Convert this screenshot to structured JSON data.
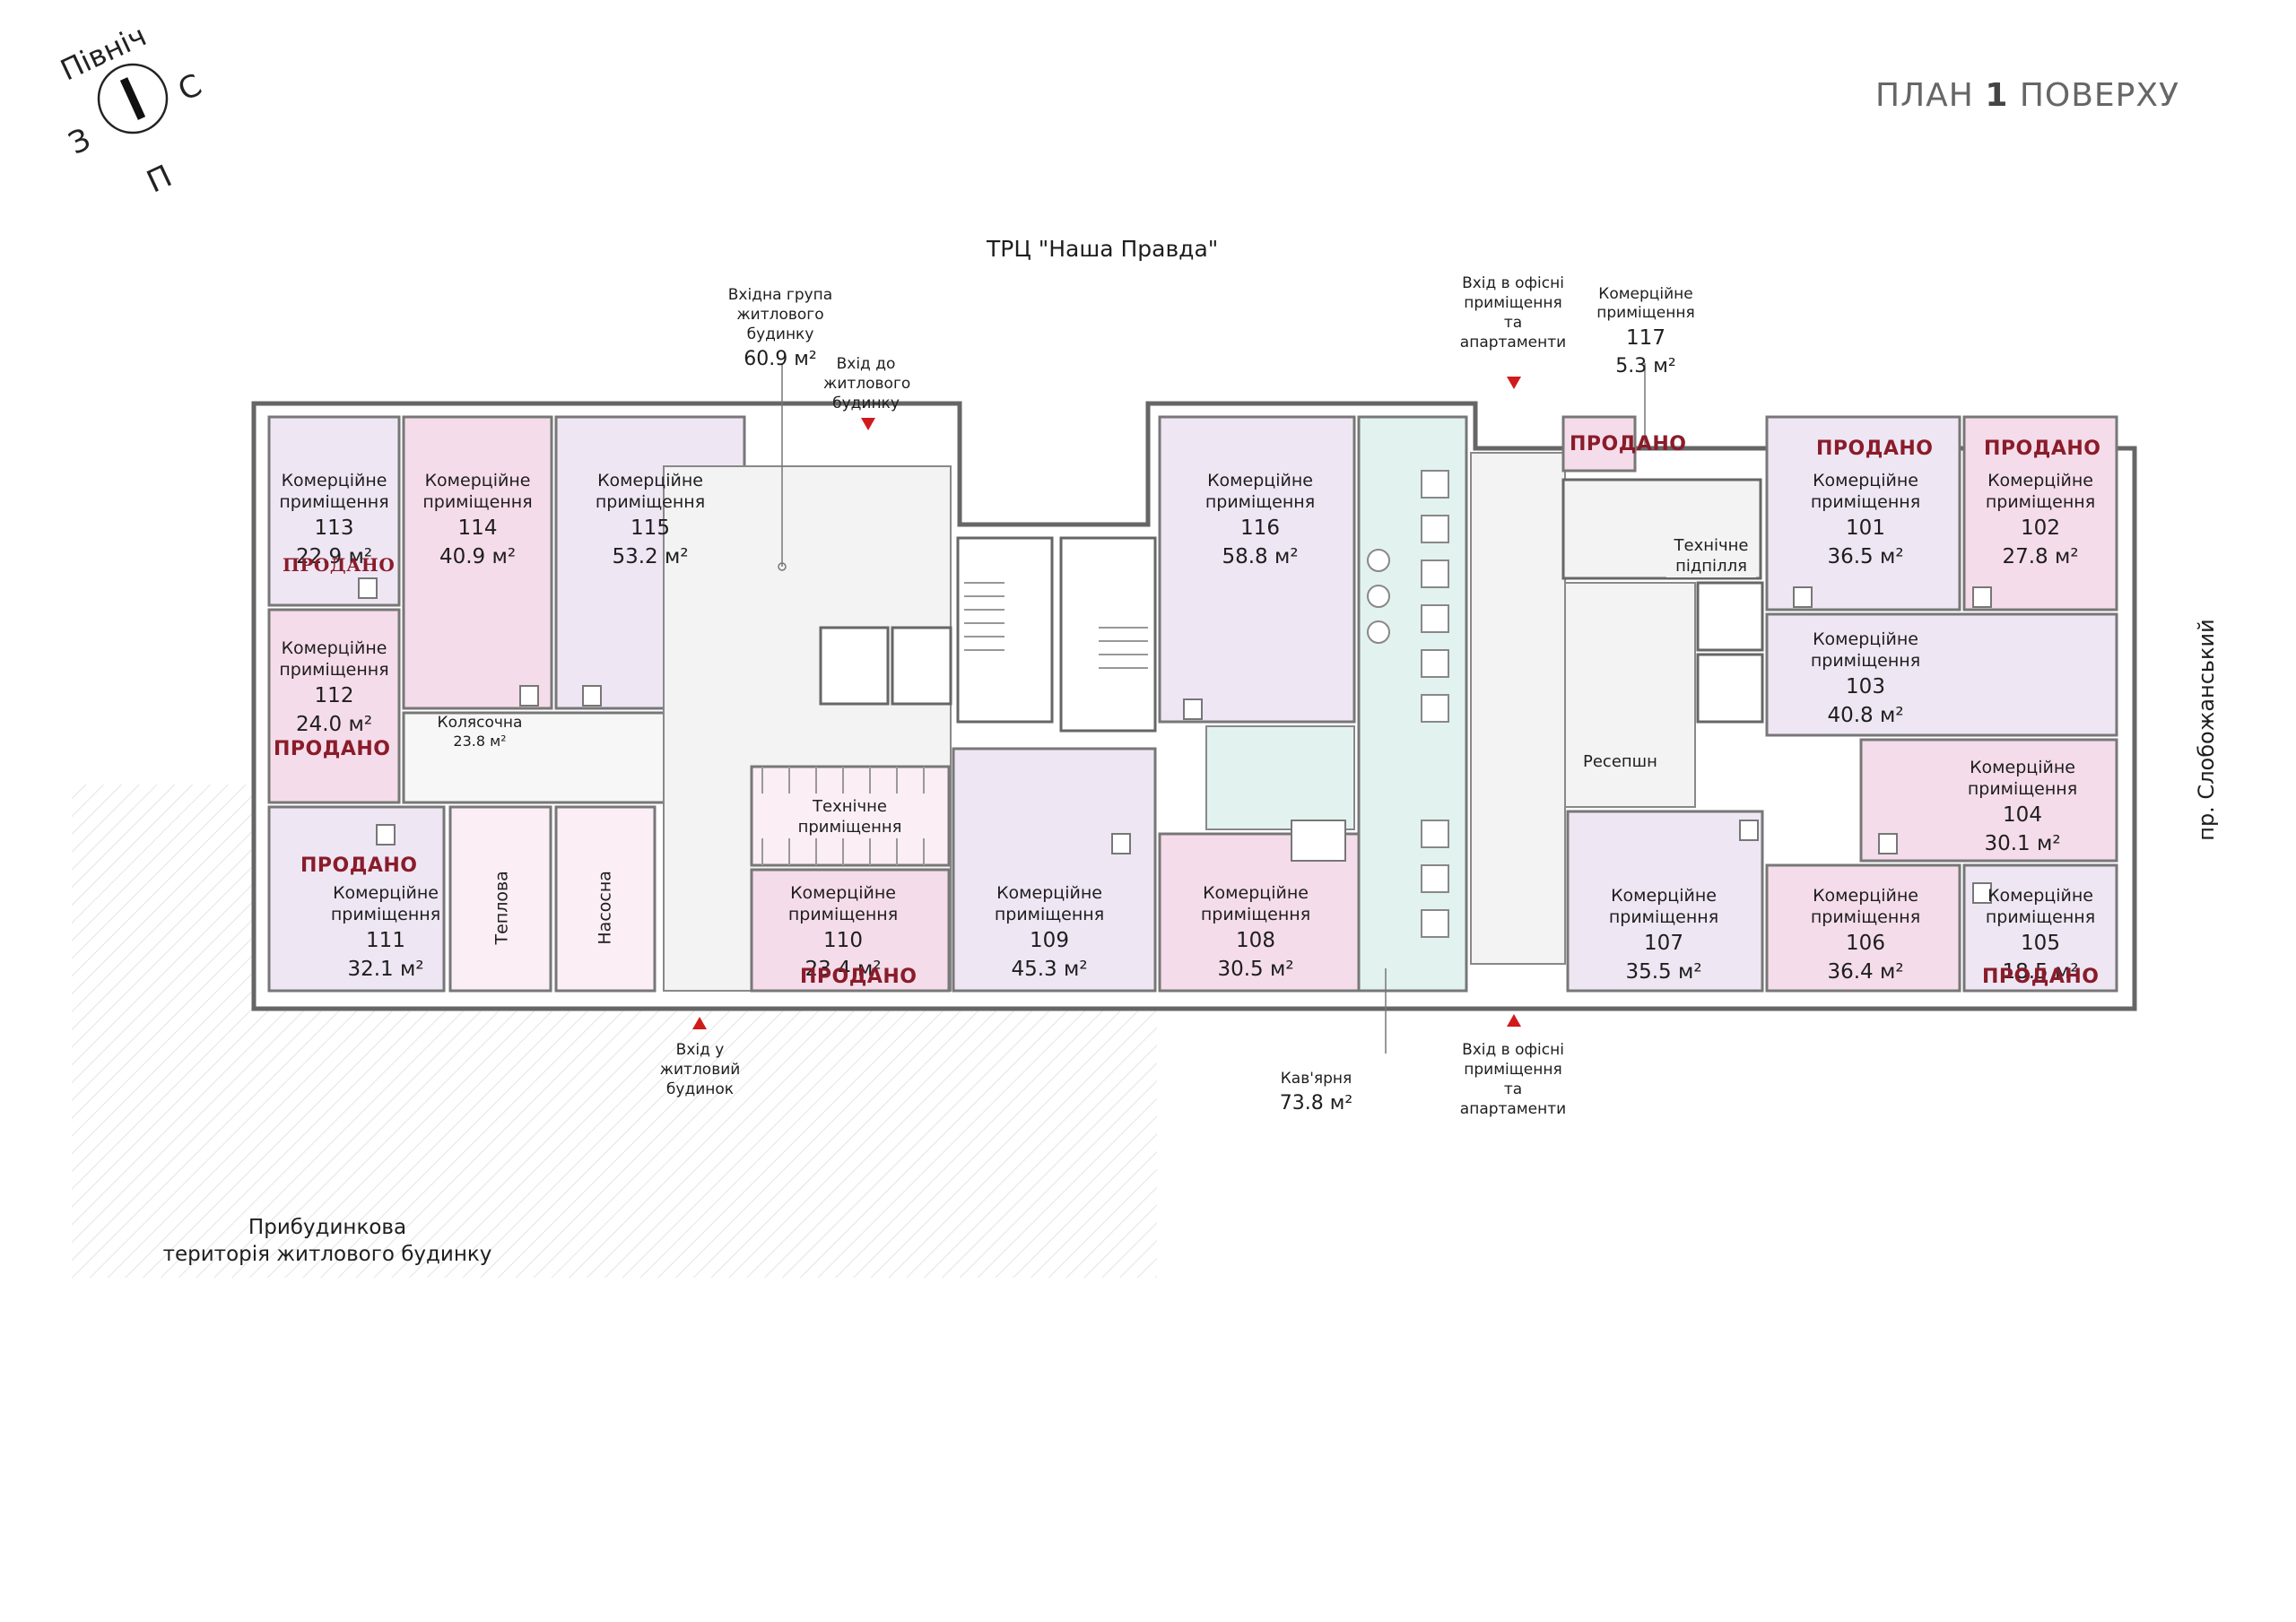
{
  "title": {
    "prefix": "ПЛАН",
    "number": "1",
    "suffix": "ПОВЕРХУ"
  },
  "compass": {
    "north": "Північ",
    "east": "С",
    "west": "З",
    "south": "П"
  },
  "mall_label": "ТРЦ \"Наша Правда\"",
  "road_label": "пр. Слобожанський",
  "yard_label": {
    "line1": "Прибудинкова",
    "line2": "територія житлового будинку"
  },
  "sold_text": "ПРОДАНО",
  "rooms": [
    {
      "id": "113",
      "type": "Комерційне приміщення",
      "area": "22.9 м²"
    },
    {
      "id": "114",
      "type": "Комерційне приміщення",
      "area": "40.9 м²"
    },
    {
      "id": "115",
      "type": "Комерційне приміщення",
      "area": "53.2 м²"
    },
    {
      "id": "112",
      "type": "Комерційне приміщення",
      "area": "24.0 м²"
    },
    {
      "id": "111",
      "type": "Комерційне приміщення",
      "area": "32.1 м²"
    },
    {
      "id": "110",
      "type": "Комерційне приміщення",
      "area": "23.4 м²"
    },
    {
      "id": "109",
      "type": "Комерційне приміщення",
      "area": "45.3 м²"
    },
    {
      "id": "108",
      "type": "Комерційне приміщення",
      "area": "30.5 м²"
    },
    {
      "id": "116",
      "type": "Комерційне приміщення",
      "area": "58.8 м²"
    },
    {
      "id": "117",
      "type": "Комерційне приміщення",
      "area": "5.3 м²"
    },
    {
      "id": "101",
      "type": "Комерційне приміщення",
      "area": "36.5 м²"
    },
    {
      "id": "102",
      "type": "Комерційне приміщення",
      "area": "27.8 м²"
    },
    {
      "id": "103",
      "type": "Комерційне приміщення",
      "area": "40.8 м²"
    },
    {
      "id": "104",
      "type": "Комерційне приміщення",
      "area": "30.1 м²"
    },
    {
      "id": "105",
      "type": "Комерційне приміщення",
      "area": "18.5 м²"
    },
    {
      "id": "106",
      "type": "Комерційне приміщення",
      "area": "36.4 м²"
    },
    {
      "id": "107",
      "type": "Комерційне приміщення",
      "area": "35.5 м²"
    }
  ],
  "service_rooms": {
    "stroller": {
      "name": "Колясочна",
      "area": "23.8 м²"
    },
    "technical": "Технічне приміщення",
    "heating": "Теплова",
    "pump": "Насосна",
    "basement": "Технічне підпілля",
    "reception": "Ресепшн"
  },
  "cafe": {
    "name": "Кав'ярня",
    "area": "73.8 м²"
  },
  "lobby": {
    "name": "Вхідна група житлового будинку",
    "area": "60.9 м²"
  },
  "entrances": {
    "residential_top": "Вхід до житлового будинку",
    "residential_bottom": "Вхід у житловий будинок",
    "office_top": "Вхід в офісні приміщення та апартаменти",
    "office_bottom": "Вхід в офісні приміщення та апартаменти"
  },
  "colors": {
    "wall": "#666666",
    "lilac": "#efe6f4",
    "pink": "#f5dcea",
    "light_pink": "#fbeef4",
    "mint": "#e2f2ef",
    "grey": "#f3f3f3",
    "sold": "#8a1c2a",
    "arrow": "#d11a1a"
  }
}
